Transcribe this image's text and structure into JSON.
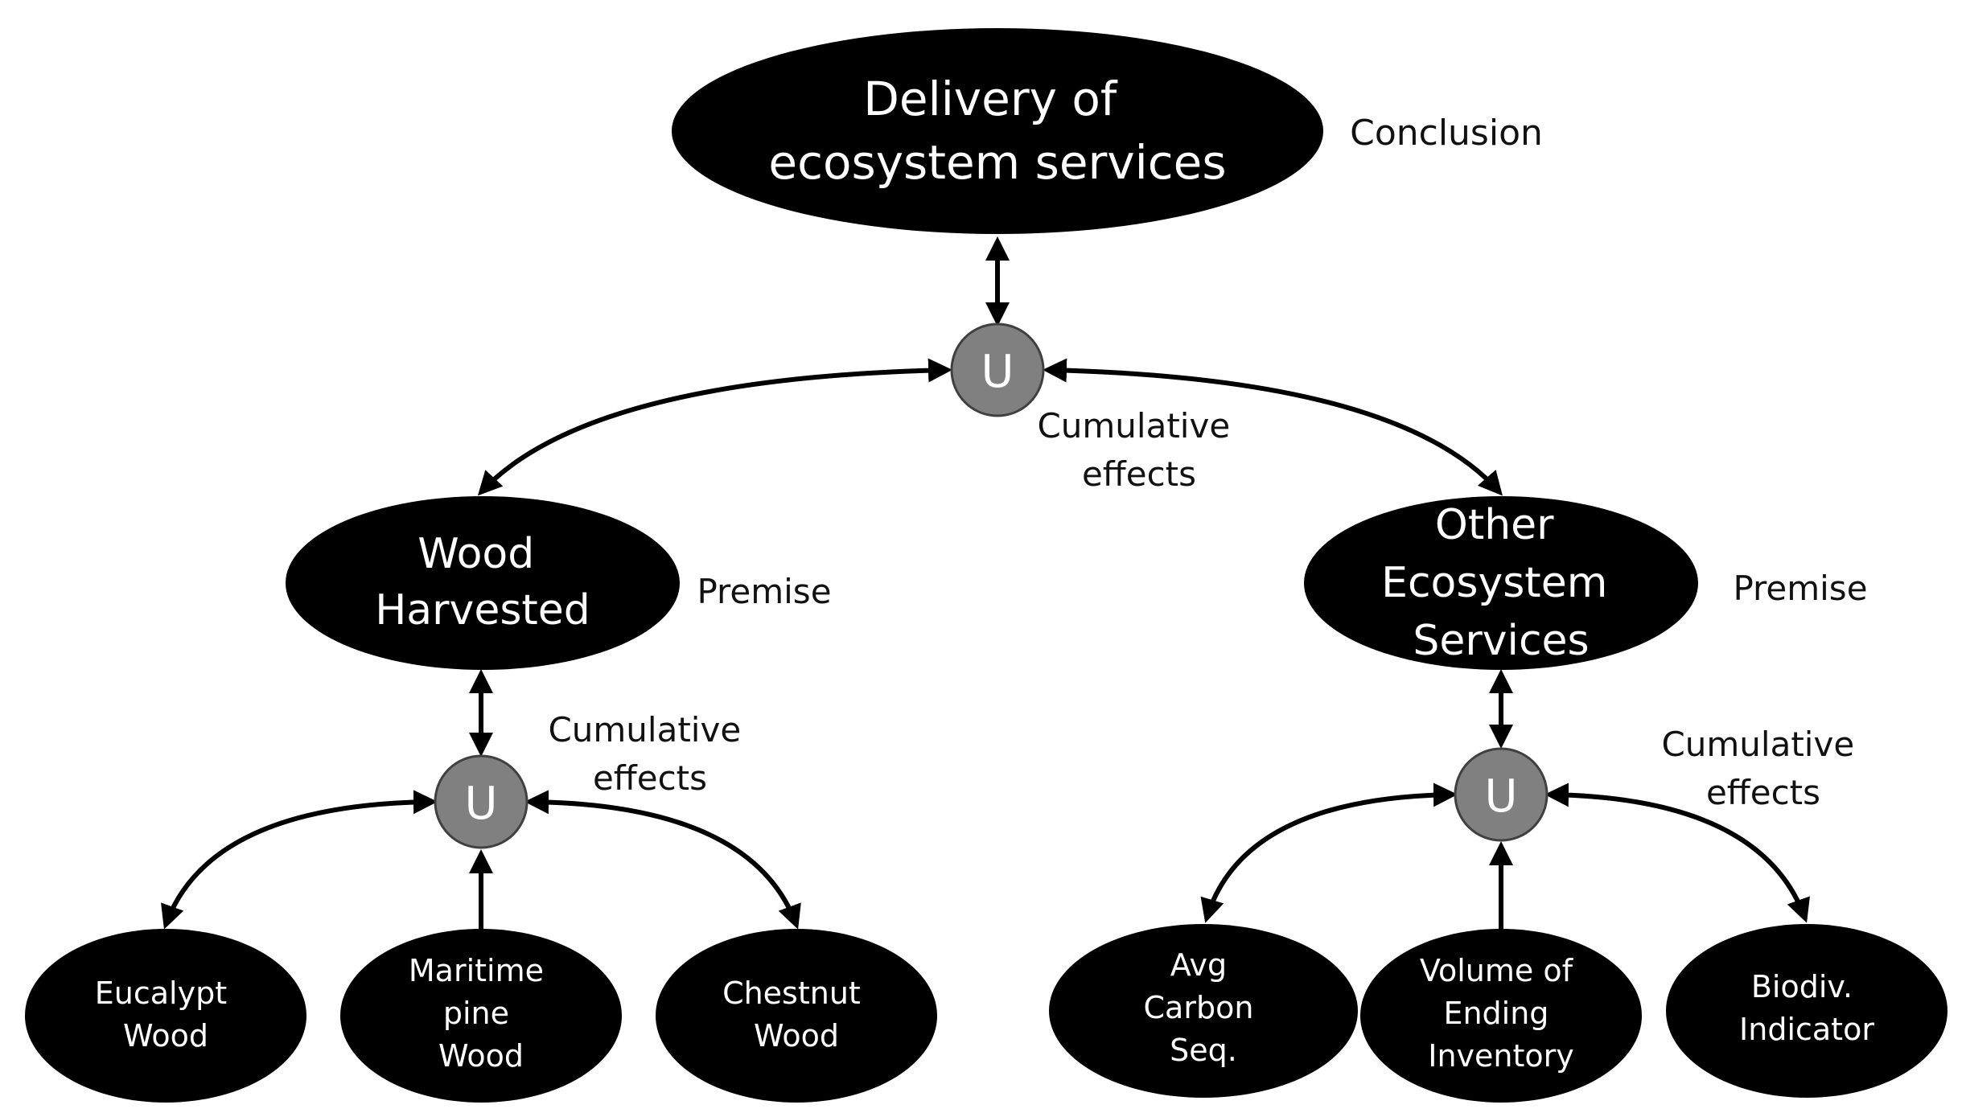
{
  "conclusion": {
    "lines": [
      "Delivery of",
      "ecosystem services"
    ],
    "label": "Conclusion"
  },
  "top_union": {
    "symbol": "U",
    "label": [
      "Cumulative",
      "effects"
    ]
  },
  "premises": [
    {
      "lines": [
        "Wood",
        "Harvested"
      ],
      "label": "Premise",
      "union": {
        "symbol": "U",
        "label": [
          "Cumulative",
          "effects"
        ]
      },
      "inputs": [
        {
          "lines": [
            "Eucalypt",
            "Wood"
          ]
        },
        {
          "lines": [
            "Maritime",
            "pine",
            "Wood"
          ]
        },
        {
          "lines": [
            "Chestnut",
            "Wood"
          ]
        }
      ]
    },
    {
      "lines": [
        "Other",
        "Ecosystem",
        "Services"
      ],
      "label": "Premise",
      "union": {
        "symbol": "U",
        "label": [
          "Cumulative",
          "effects"
        ]
      },
      "inputs": [
        {
          "lines": [
            "Avg",
            "Carbon",
            "Seq."
          ]
        },
        {
          "lines": [
            "Volume of",
            "Ending",
            "Inventory"
          ]
        },
        {
          "lines": [
            "Biodiv.",
            "Indicator"
          ]
        }
      ]
    }
  ]
}
